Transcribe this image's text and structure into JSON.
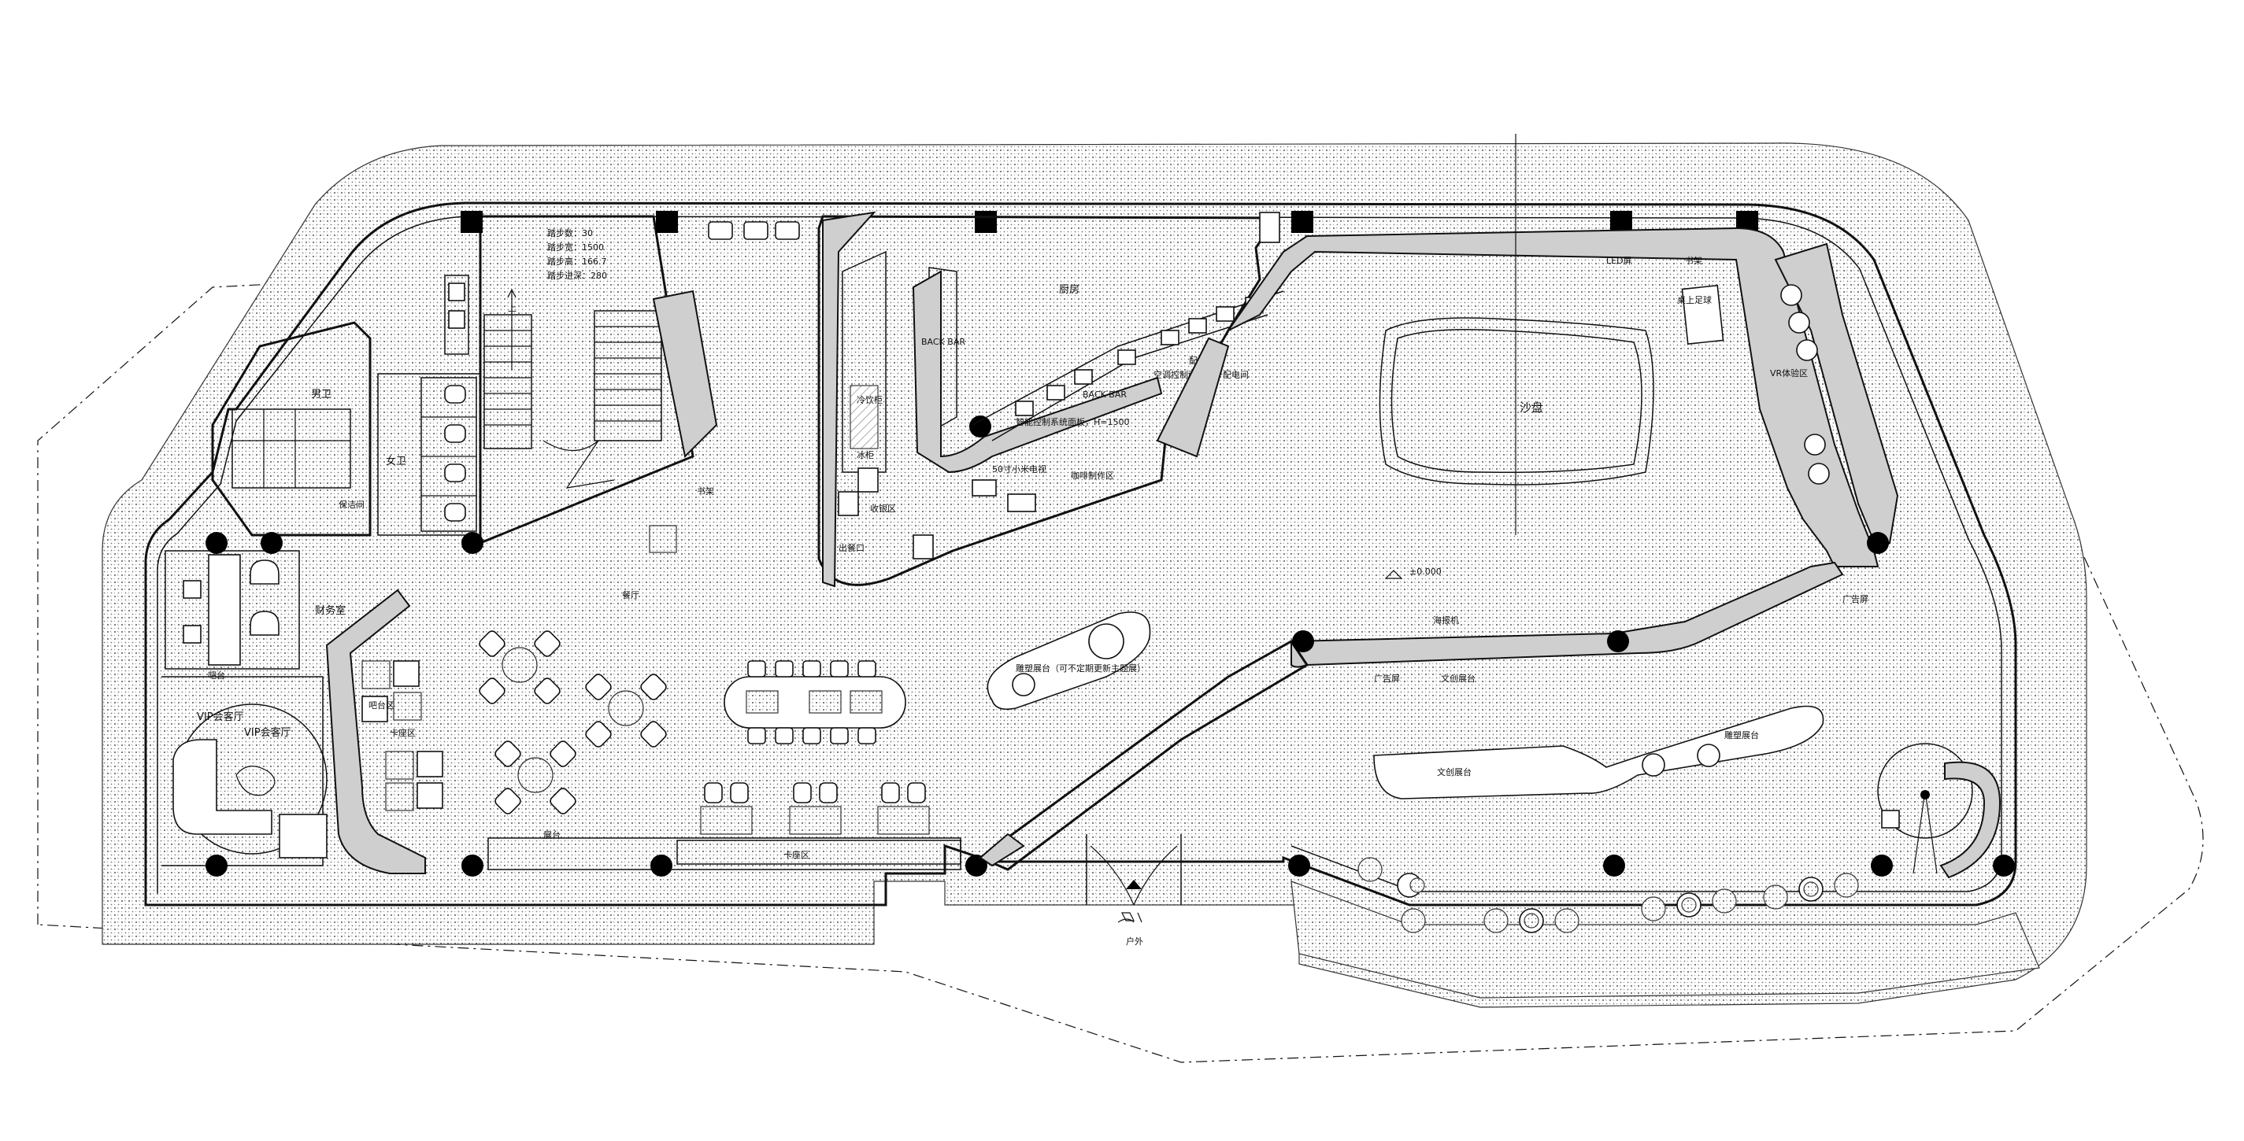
{
  "stair": {
    "steps": "踏步数：30",
    "width": "踏步宽：1500",
    "height": "踏步高：166.7",
    "depth": "踏步进深：280",
    "up": "上"
  },
  "rooms": {
    "male_toilet": "男卫",
    "female_toilet": "女卫",
    "cleaning": "保洁间",
    "finance": "财务室",
    "vip1": "VIP会客厅",
    "vip2": "VIP会客厅",
    "kitchen": "厨房",
    "back_bar1": "BACK BAR",
    "back_bar2": "BACK BAR",
    "distribution": "配电间",
    "ac_panel": "空调控制面板置于配电间",
    "sandbox": "沙盘",
    "elevation": "±0.000",
    "cashier": "收银区",
    "meal_outlet": "出餐口",
    "coffee": "咖啡制作区",
    "tv": "50寸小米电视",
    "smart_panel": "智能控制系统面板，H=1500",
    "bookshelf1": "书架",
    "bookshelf2": "书架",
    "led": "LED屏",
    "vr": "VR体验区",
    "ad1": "广告屏",
    "ad2": "广告屏",
    "culture1": "文创展台",
    "culture2": "文创展台",
    "sculpture1": "雕塑展台",
    "sculpture2": "雕塑展台（可不定期更新主题展）",
    "card1": "卡座区",
    "card2": "卡座区",
    "display": "展台",
    "seaming": "海报机",
    "stand": "桌上足球",
    "juice": "吧台",
    "cold": "冷饮柜",
    "ice": "冰柜",
    "outdoor": "户外",
    "bar_area": "吧台区",
    "dining": "餐厅"
  }
}
